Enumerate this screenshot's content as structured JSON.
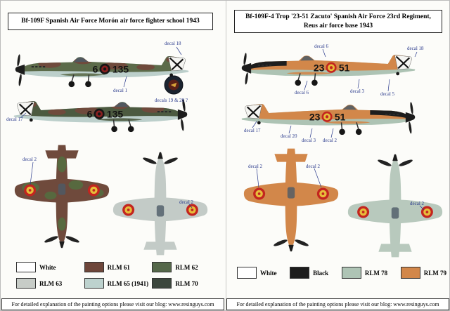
{
  "left": {
    "title": "Bf-109F Spanish Air Force  Morón air force fighter school 1943",
    "code": {
      "front": "6",
      "rear": "135"
    },
    "labels": [
      "decal 18",
      "decal 1",
      "decals 19 & 20 ?",
      "decal 17",
      "decal 2",
      "decal 2"
    ],
    "legend": [
      {
        "label": "White",
        "color": "#ffffff"
      },
      {
        "label": "RLM 61",
        "color": "#6e463a"
      },
      {
        "label": "RLM 62",
        "color": "#55684a"
      },
      {
        "label": "RLM 63",
        "color": "#c7ccc7"
      },
      {
        "label": "RLM 65 (1941)",
        "color": "#bdd2ce"
      },
      {
        "label": "RLM 70",
        "color": "#3c473d"
      }
    ],
    "footer": "For detailed explanation of the painting options please visit our blog: www.resinguys.com"
  },
  "right": {
    "title_line1": "Bf-109F-4 Trop '23-51 Zacuto' Spanish Air Force 23rd Regiment,",
    "title_line2": "Reus air force base 1943",
    "code": {
      "front": "23",
      "rear": "51"
    },
    "labels": [
      "decal 6",
      "decal 18",
      "decal 6",
      "decal 3",
      "decal 5",
      "decal 17",
      "decal 20",
      "decal 3",
      "decal 2",
      "decal 2",
      "decal 2",
      "decal 2"
    ],
    "legend": [
      {
        "label": "White",
        "color": "#ffffff"
      },
      {
        "label": "Black",
        "color": "#1c1c1c"
      },
      {
        "label": "RLM 78",
        "color": "#aec4b5"
      },
      {
        "label": "RLM 79",
        "color": "#d2874a"
      }
    ],
    "footer": "For detailed explanation of the painting options please visit our blog: www.resinguys.com"
  }
}
